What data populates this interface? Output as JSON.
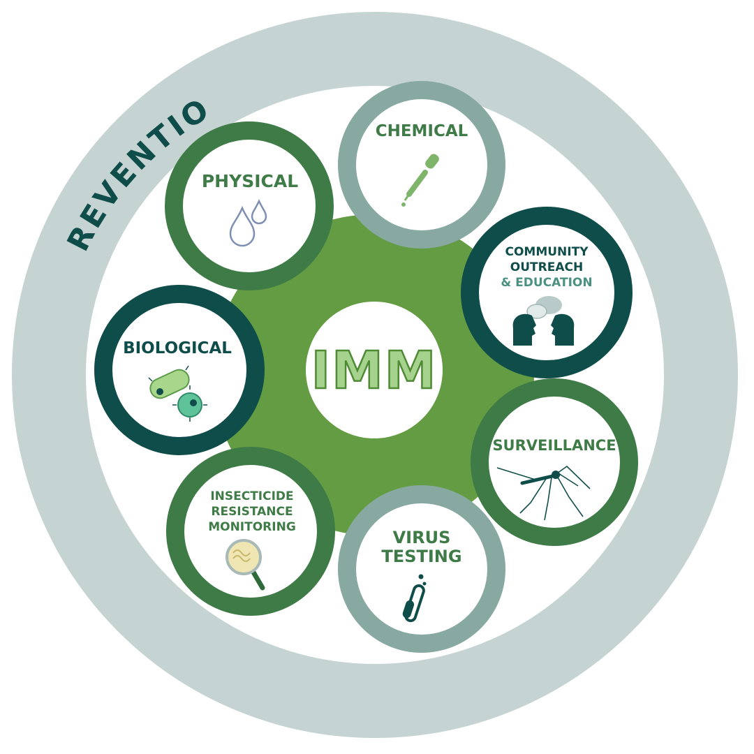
{
  "diagram": {
    "outer_ring_label": "PREVENTION",
    "center_label": "IMM",
    "nodes": [
      {
        "key": "physical",
        "lines": [
          "PHYSICAL"
        ],
        "icon": "water-drops-icon"
      },
      {
        "key": "chemical",
        "lines": [
          "CHEMICAL"
        ],
        "icon": "dropper-icon"
      },
      {
        "key": "community",
        "lines": [
          "COMMUNITY",
          "OUTREACH",
          "& EDUCATION"
        ],
        "icon": "talking-heads-icon"
      },
      {
        "key": "surveillance",
        "lines": [
          "SURVEILLANCE"
        ],
        "icon": "mosquito-icon"
      },
      {
        "key": "virus",
        "lines": [
          "VIRUS",
          "TESTING"
        ],
        "icon": "test-tube-icon"
      },
      {
        "key": "insecticide",
        "lines": [
          "INSECTICIDE",
          "RESISTANCE",
          "MONITORING"
        ],
        "icon": "magnifier-icon"
      },
      {
        "key": "biological",
        "lines": [
          "BIOLOGICAL"
        ],
        "icon": "bacteria-icon"
      }
    ]
  },
  "colors": {
    "outer_ring": "#c5d4d2",
    "hub": "#639c42",
    "dark_teal": "#0f4d4a",
    "medium_green": "#3f7b47",
    "grey_green": "#88a8a2",
    "text_green": "#3f7b47",
    "center_text": "#a5d38d"
  }
}
